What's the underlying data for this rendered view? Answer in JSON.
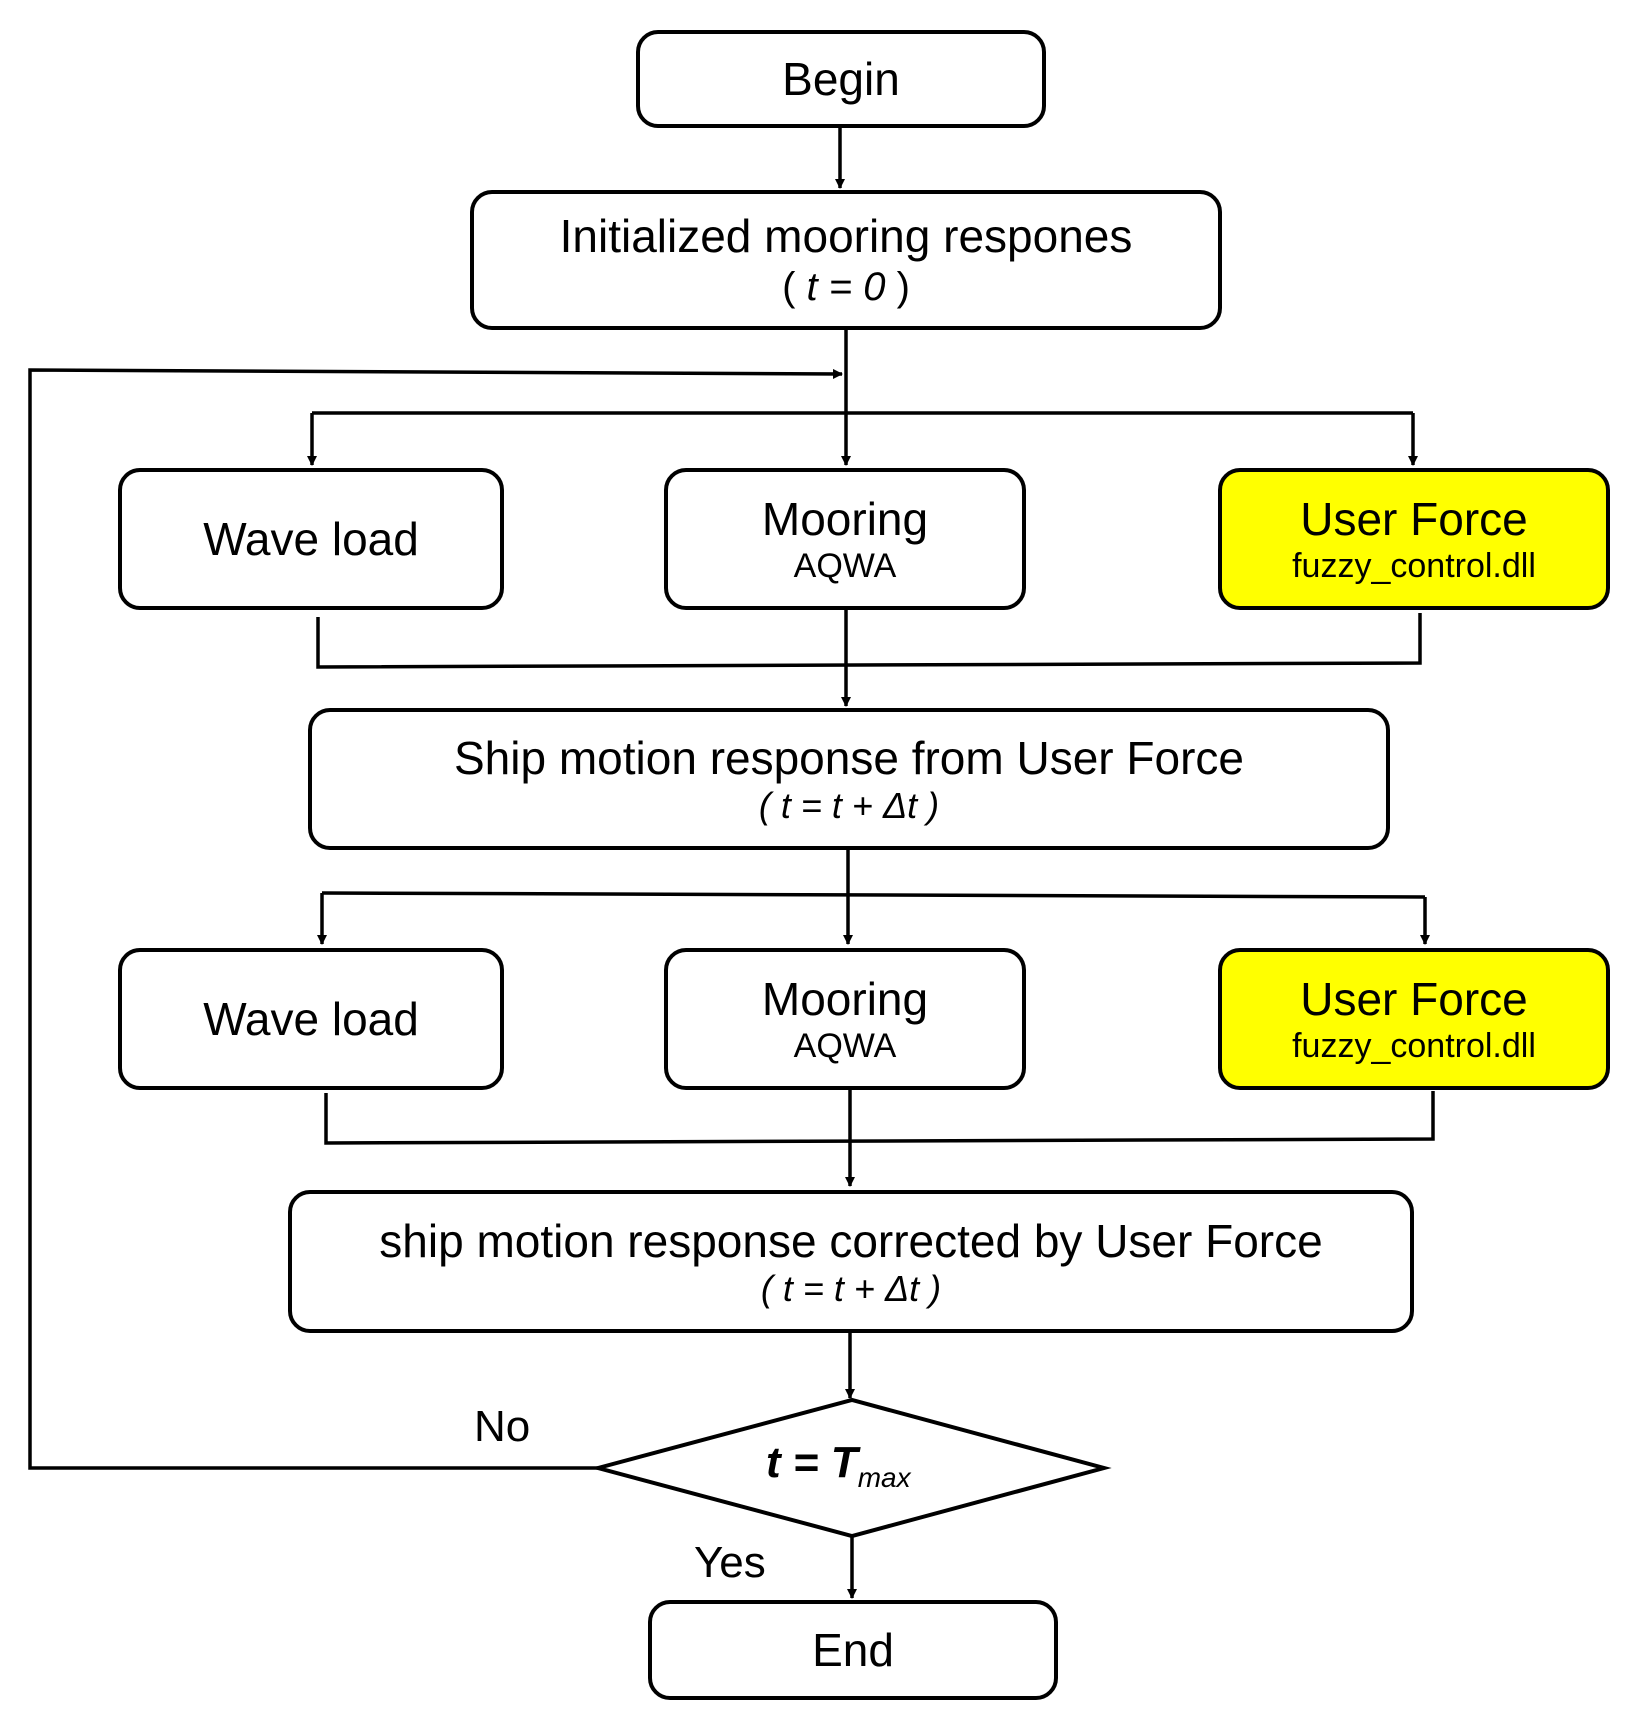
{
  "begin": {
    "label": "Begin"
  },
  "init": {
    "title": "Initialized mooring respones",
    "formula_open": "( ",
    "formula_var": "t",
    "formula_eq": " = 0",
    "formula_close": " )"
  },
  "row1": {
    "wave": {
      "label": "Wave load"
    },
    "mooring": {
      "label": "Mooring",
      "sub": "AQWA"
    },
    "user": {
      "label": "User Force",
      "sub": "fuzzy_control.dll",
      "fill": "#ffff00"
    }
  },
  "ship1": {
    "title": "Ship motion response from User Force",
    "formula": "( t = t + Δt )"
  },
  "row2": {
    "wave": {
      "label": "Wave load"
    },
    "mooring": {
      "label": "Mooring",
      "sub": "AQWA"
    },
    "user": {
      "label": "User Force",
      "sub": "fuzzy_control.dll",
      "fill": "#ffff00"
    }
  },
  "ship2": {
    "title": "ship motion response corrected by User Force",
    "formula": "( t = t + Δt )"
  },
  "decision": {
    "lhs": "t = T",
    "sub": "max",
    "no_label": "No",
    "yes_label": "Yes"
  },
  "end": {
    "label": "End"
  }
}
